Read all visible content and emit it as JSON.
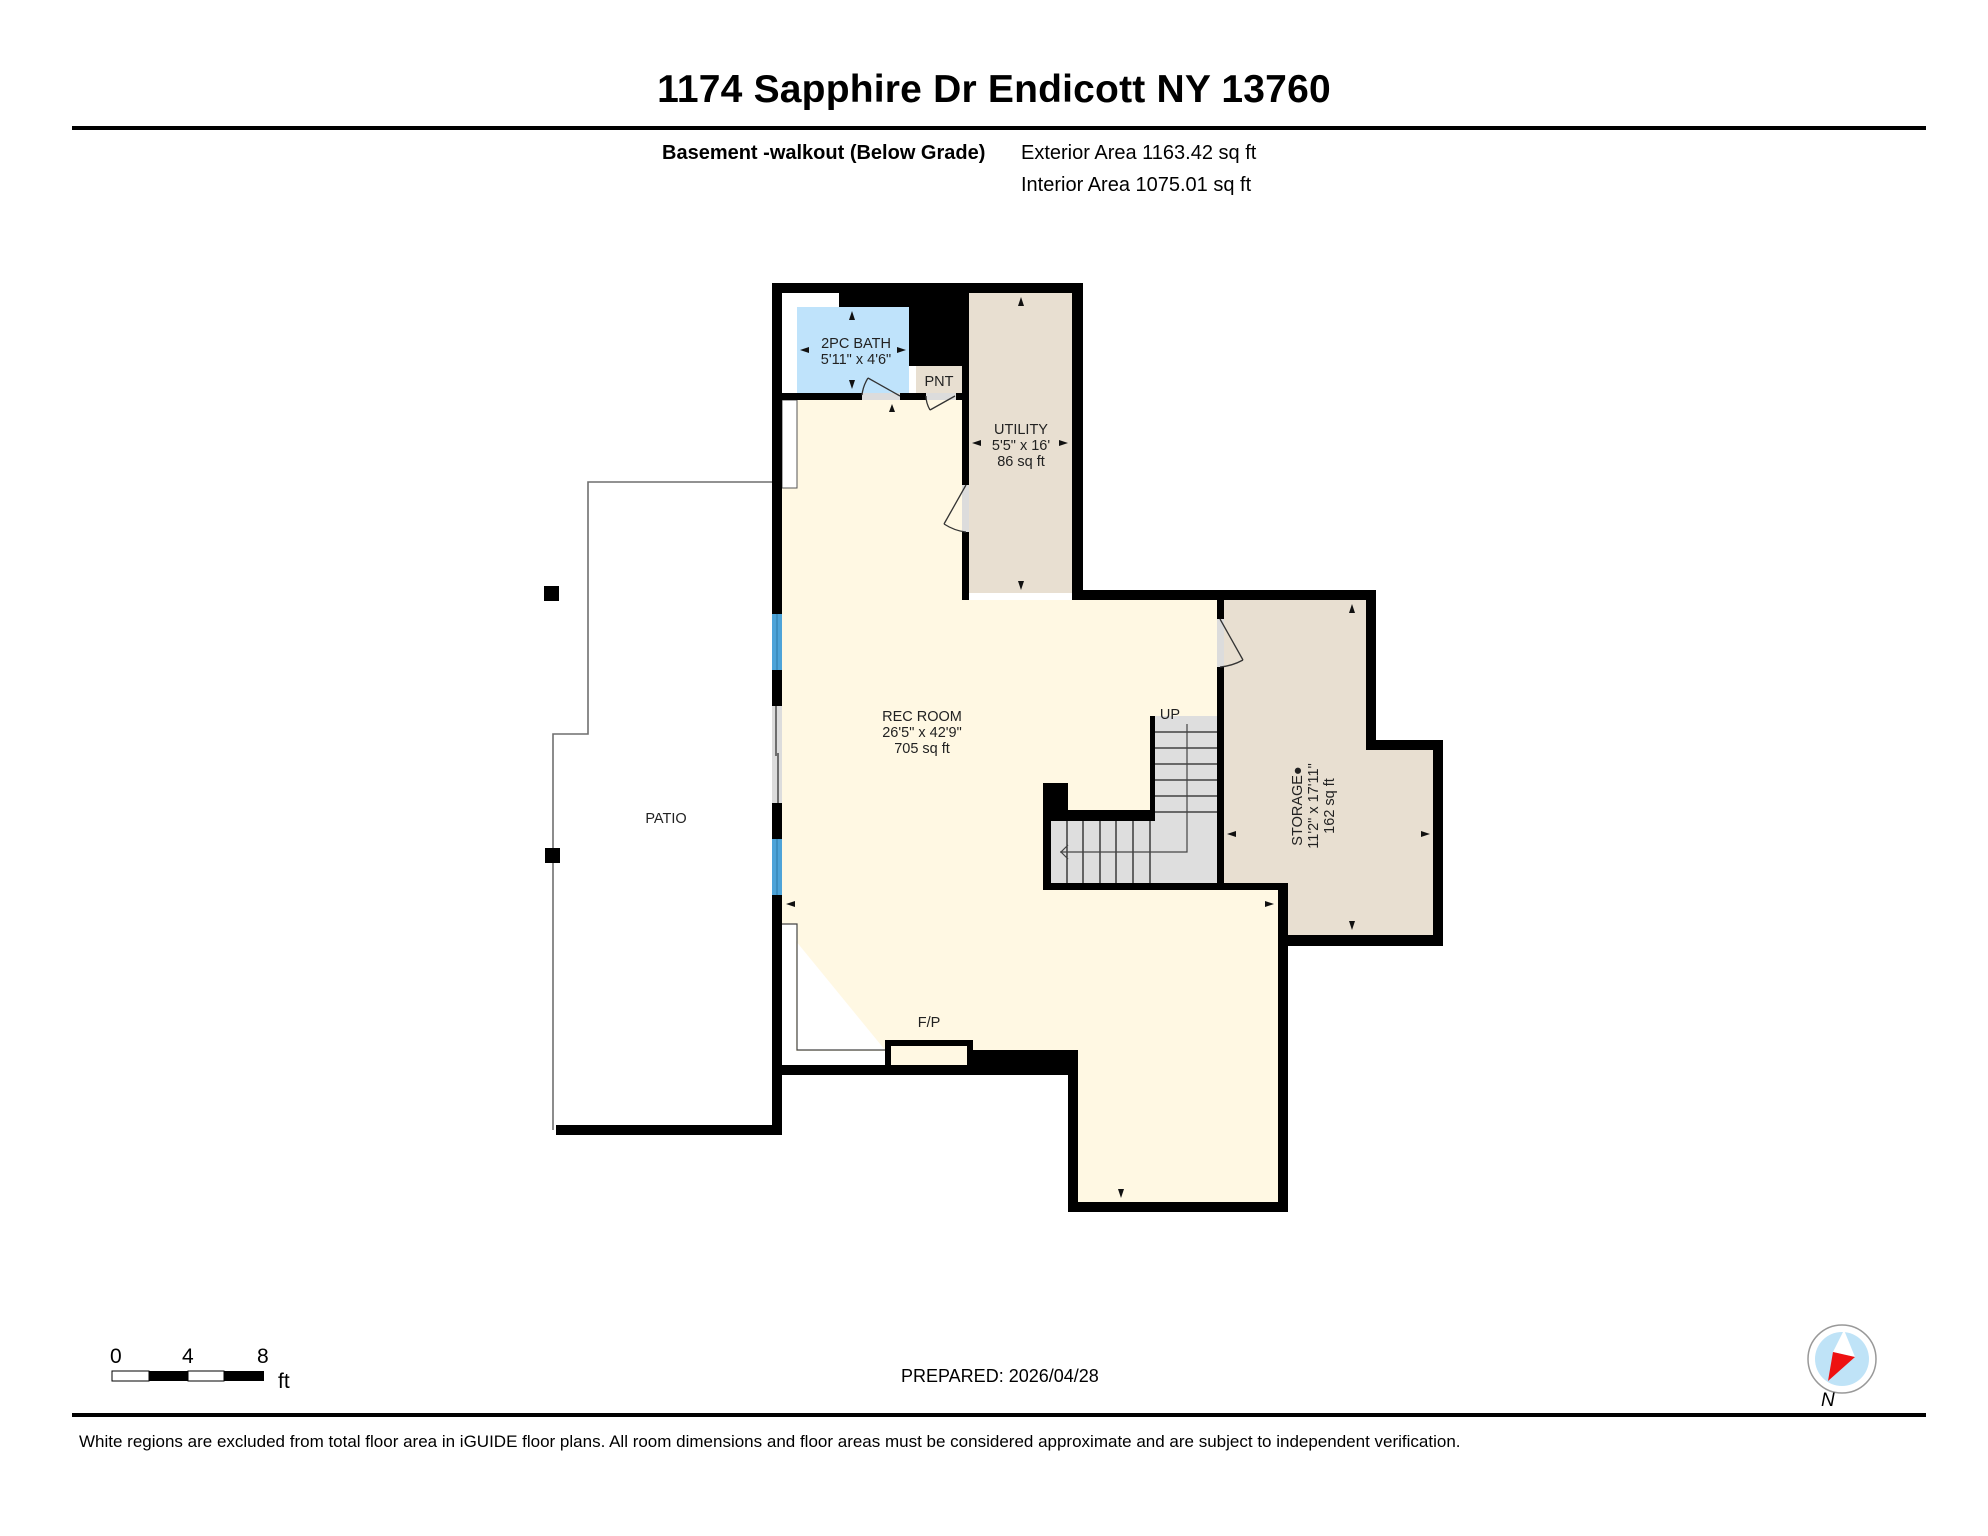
{
  "header": {
    "title": "1174 Sapphire Dr Endicott NY 13760"
  },
  "level": {
    "name": "Basement -walkout (Below Grade)",
    "exterior_area": "Exterior Area 1163.42 sq ft",
    "interior_area": "Interior Area 1075.01 sq ft"
  },
  "rooms": {
    "bath": {
      "name": "2PC BATH",
      "dims": "5'11\" x 4'6\""
    },
    "pantry": {
      "name": "PNT"
    },
    "utility": {
      "name": "UTILITY",
      "dims": "5'5\" x 16'",
      "area": "86 sq ft"
    },
    "rec_room": {
      "name": "REC ROOM",
      "dims": "26'5\" x 42'9\"",
      "area": "705 sq ft"
    },
    "storage": {
      "name": "STORAGE●",
      "dims": "11'2\" x 17'11\"",
      "area": "162 sq ft"
    },
    "patio": {
      "name": "PATIO"
    },
    "stairs": {
      "label": "UP"
    },
    "fireplace": {
      "label": "F/P"
    }
  },
  "colors": {
    "rec_room_fill": "#fff8e3",
    "bath_fill": "#bfe3fb",
    "utility_fill": "#e8dfd1",
    "stairs_fill": "#dedede",
    "window_color": "#4da3d8",
    "wall_color": "#000000",
    "compass_red": "#ee1111",
    "compass_blue": "#bfe3f7"
  },
  "scale_bar": {
    "ticks": [
      "0",
      "4",
      "8"
    ],
    "unit": "ft"
  },
  "compass": {
    "label": "N"
  },
  "footer": {
    "prepared": "PREPARED: 2026/04/28",
    "disclaimer": "White regions are excluded from total floor area in iGUIDE floor plans. All room dimensions and floor areas must be considered approximate and are subject to independent verification."
  }
}
